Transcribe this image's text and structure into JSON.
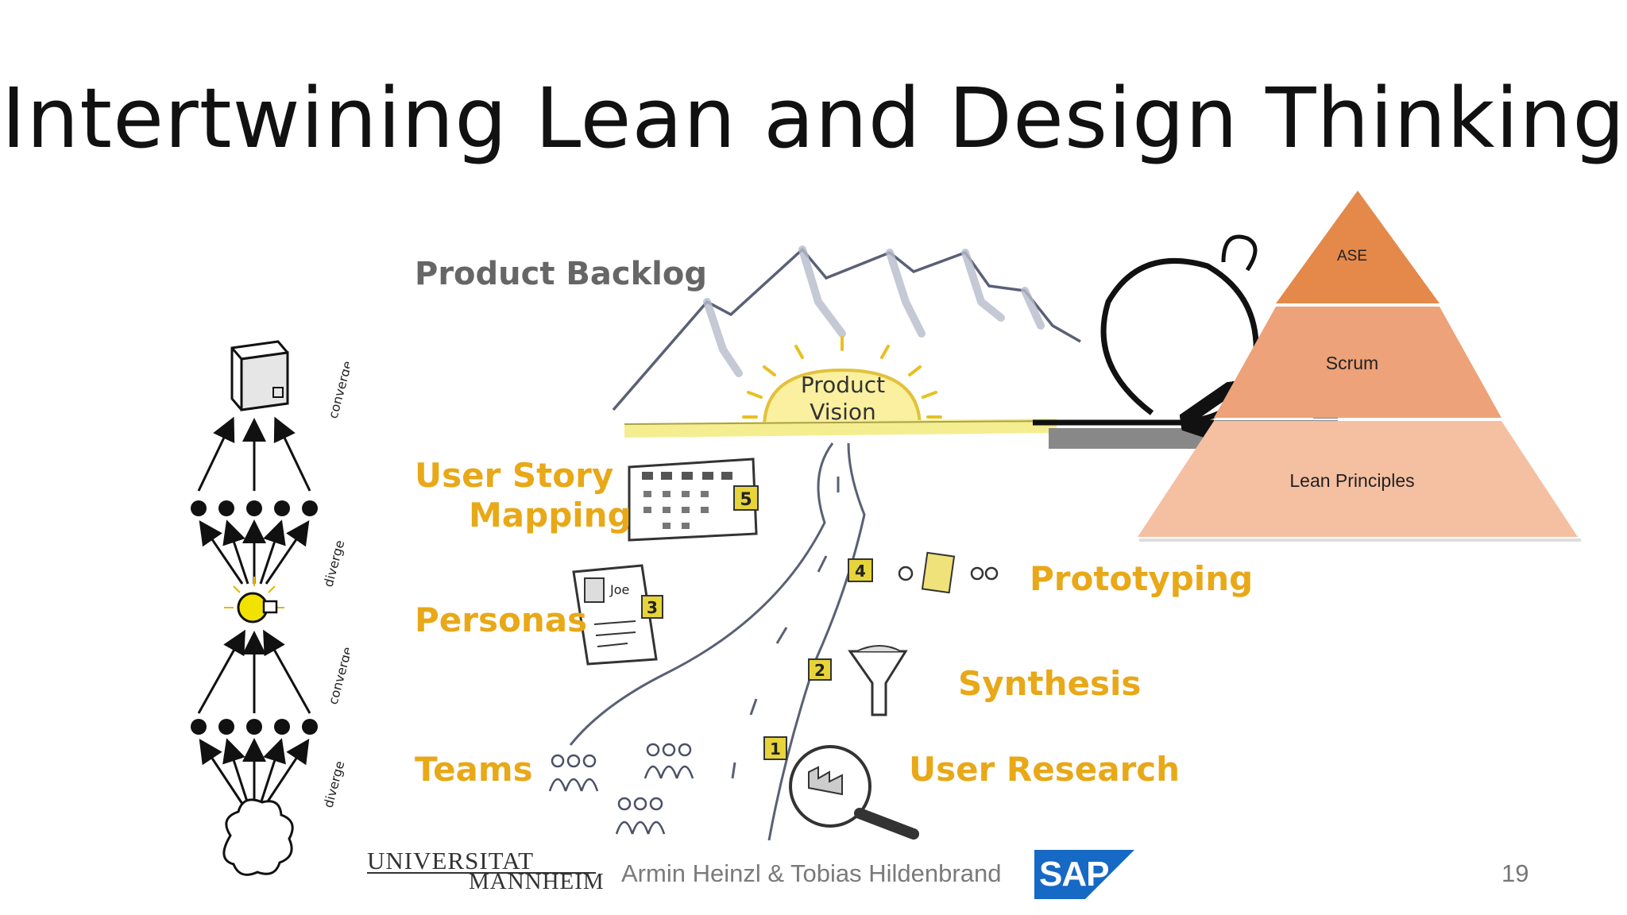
{
  "slide": {
    "title": "Intertwining Lean and Design Thinking",
    "page_number": "19"
  },
  "diagram": {
    "left": {
      "labels": [
        "converge",
        "diverge",
        "converge",
        "diverge"
      ]
    },
    "sketch": {
      "product_backlog": "Product Backlog",
      "product_vision_line1": "Product",
      "product_vision_line2": "Vision",
      "user_story_line1": "User Story",
      "user_story_line2": "Mapping",
      "personas": "Personas",
      "teams": "Teams",
      "prototyping": "Prototyping",
      "synthesis": "Synthesis",
      "user_research": "User Research",
      "persona_card_name": "Joe",
      "steps": [
        "1",
        "2",
        "3",
        "4",
        "5"
      ]
    },
    "pyramid": {
      "levels": [
        "ASE",
        "Scrum",
        "Lean Principles"
      ],
      "colors": [
        "#e4894a",
        "#eda279",
        "#f5bfa2"
      ]
    }
  },
  "footer": {
    "university_line1": "UNIVERSITAT",
    "university_line2": "MANNHEIM",
    "authors": "Armin Heinzl & Tobias Hildenbrand",
    "sap_logo": "SAP"
  }
}
